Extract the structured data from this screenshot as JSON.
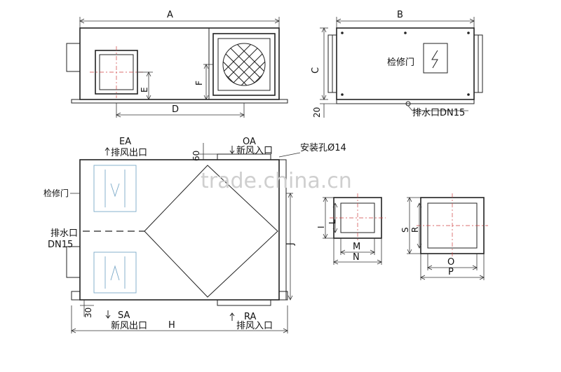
{
  "labels": {
    "A": "A",
    "B": "B",
    "C": "C",
    "D": "D",
    "E": "E",
    "F": "F",
    "H": "H",
    "I": "I",
    "J": "J",
    "L": "L",
    "M": "M",
    "N": "N",
    "O": "O",
    "P": "P",
    "R": "R",
    "S": "S",
    "dim_20": "20",
    "dim_60": "60",
    "dim_30": "30",
    "access_door": "检修门",
    "drain_top": "排水口DN15",
    "mount_hole": "安装孔Ø14",
    "EA": "EA",
    "EA_cn": "排风出口",
    "OA": "OA",
    "OA_cn": "新风入口",
    "SA": "SA",
    "SA_cn": "新风出口",
    "RA": "RA",
    "RA_cn": "排风入口",
    "access_left": "检修门",
    "drain_left_1": "排水口",
    "drain_left_2": "DN15"
  },
  "watermark": "trade.china.cn"
}
